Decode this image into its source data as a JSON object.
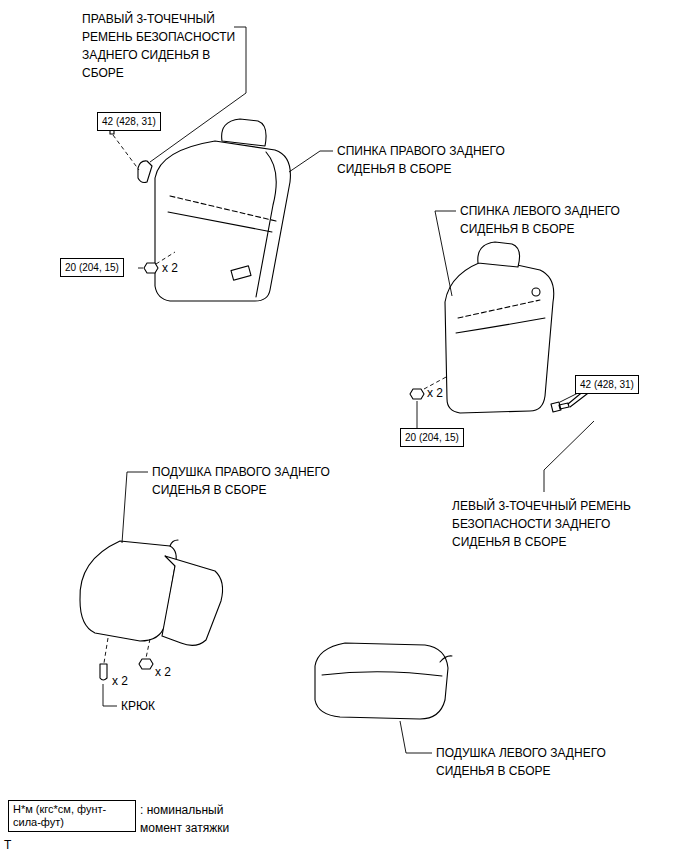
{
  "diagram": {
    "nodes": [
      {
        "text": [
          "42 (428, 31)"
        ]
      },
      {
        "text": [
          "20 (204, 15)"
        ]
      },
      {
        "text": [
          "42 (428, 31)"
        ]
      },
      {
        "text": [
          "20 (204, 15)"
        ]
      },
      {
        "text": [
          "Н*м (кгс*см, фунт-сила-фут)"
        ]
      }
    ],
    "labels": [
      "ПРАВЫЙ 3-ТОЧЕЧНЫЙ РЕМЕНЬ БЕЗОПАСНОСТИ ЗАДНЕГО СИДЕНЬЯ В СБОРЕ",
      "СПИНКА ПРАВОГО ЗАДНЕГО СИДЕНЬЯ В СБОРЕ",
      "x 2",
      "СПИНКА ЛЕВОГО ЗАДНЕГО СИДЕНЬЯ В СБОРЕ",
      "x 2",
      "ЛЕВЫЙ 3-ТОЧЕЧНЫЙ РЕМЕНЬ БЕЗОПАСНОСТИ ЗАДНЕГО СИДЕНЬЯ В СБОРЕ",
      "ПОДУШКА ПРАВОГО ЗАДНЕГО СИДЕНЬЯ В СБОРЕ",
      "x 2",
      "x 2",
      "КРЮК",
      "ПОДУШКА ЛЕВОГО ЗАДНЕГО СИДЕНЬЯ В СБОРЕ",
      ": номинальный момент затяжки",
      "T"
    ]
  }
}
